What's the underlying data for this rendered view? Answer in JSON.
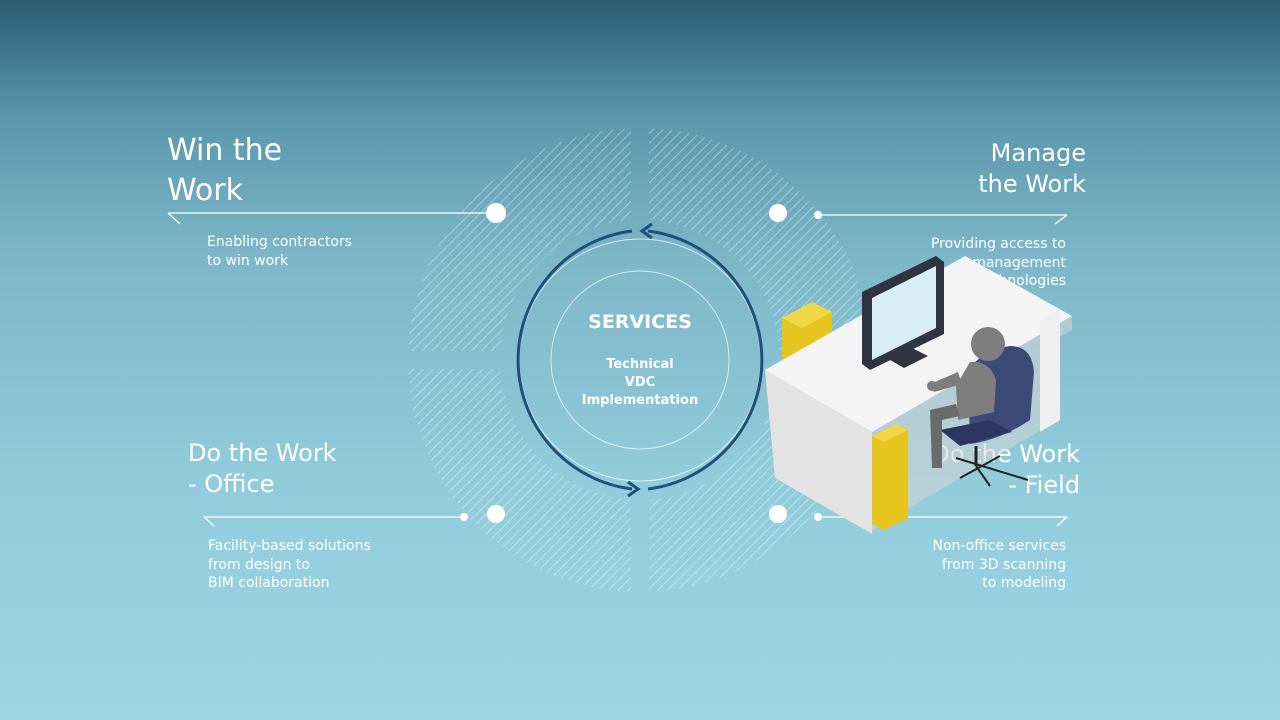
{
  "center": {
    "title": "SERVICES",
    "lines": [
      "Technical",
      "VDC",
      "Implementation"
    ]
  },
  "quadrants": {
    "win": {
      "title_lines": [
        "Win the",
        "Work"
      ],
      "desc_lines": [
        "Enabling contractors",
        "to win work"
      ]
    },
    "manage": {
      "title_lines": [
        "Manage",
        "the Work"
      ],
      "desc_lines": [
        "Providing access to",
        "management",
        "technologies"
      ]
    },
    "office": {
      "title_lines": [
        "Do the Work",
        "- Office"
      ],
      "desc_lines": [
        "Facility-based solutions",
        "from design to",
        "BIM collaboration"
      ]
    },
    "field": {
      "title_lines": [
        "Do the Work",
        "- Field"
      ],
      "desc_lines": [
        "Non-office services",
        "from 3D scanning",
        "to modeling"
      ]
    }
  },
  "colors": {
    "ring_arrow": "#1f4f7a",
    "chair": "#3c4a78",
    "yellow": "#e6c51e",
    "desk": "#f2f2f2"
  },
  "icons": [
    "desk-worker-illustration",
    "cycle-arrows-icon"
  ]
}
